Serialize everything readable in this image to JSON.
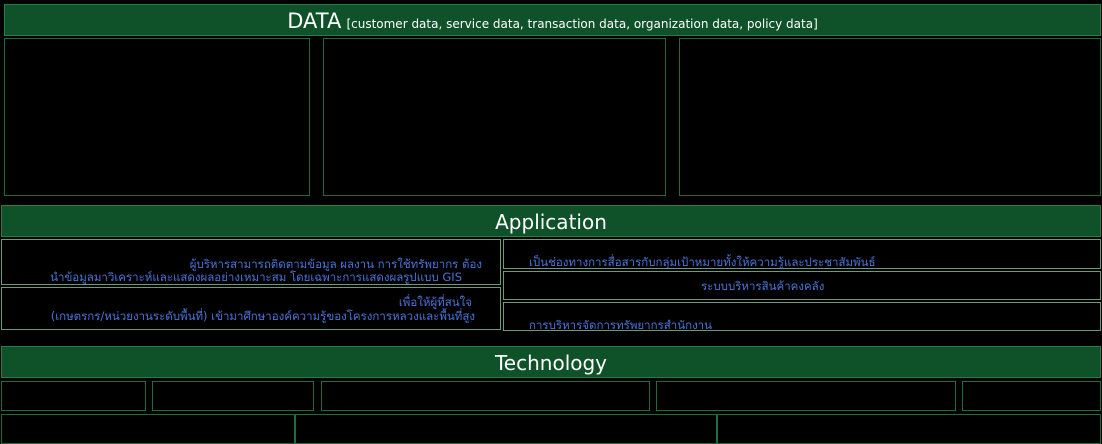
{
  "data_section": {
    "title": "DATA",
    "subtitle": "[customer data, service data, transaction data, organization data, policy data]"
  },
  "application_section": {
    "title": "Application",
    "items": [
      {
        "line1": "ผู้บริหารสามารถติดตามข้อมูล ผลงาน การใช้ทรัพยากร ต้อง",
        "line2": "นำข้อมูลมาวิเคราะห์และแสดงผลอย่างเหมาะสม โดยเฉพาะการแสดงผลรูปแบบ GIS"
      },
      {
        "line1": "เพื่อให้ผู้ที่สนใจ",
        "line2": "(เกษตรกร/หน่วยงานระดับพื้นที่) เข้ามาศึกษาองค์ความรู้ของโครงการหลวงและพื้นที่สูง"
      },
      {
        "text": "เป็นช่องทางการสื่อสารกับกลุ่มเป้าหมายทั้งให้ความรู้และประชาสัมพันธ์"
      },
      {
        "text": "ระบบบริหารสินค้าคงคลัง"
      },
      {
        "text": "การบริหารจัดการทรัพยากรสำนักงาน"
      }
    ]
  },
  "technology_section": {
    "title": "Technology"
  }
}
